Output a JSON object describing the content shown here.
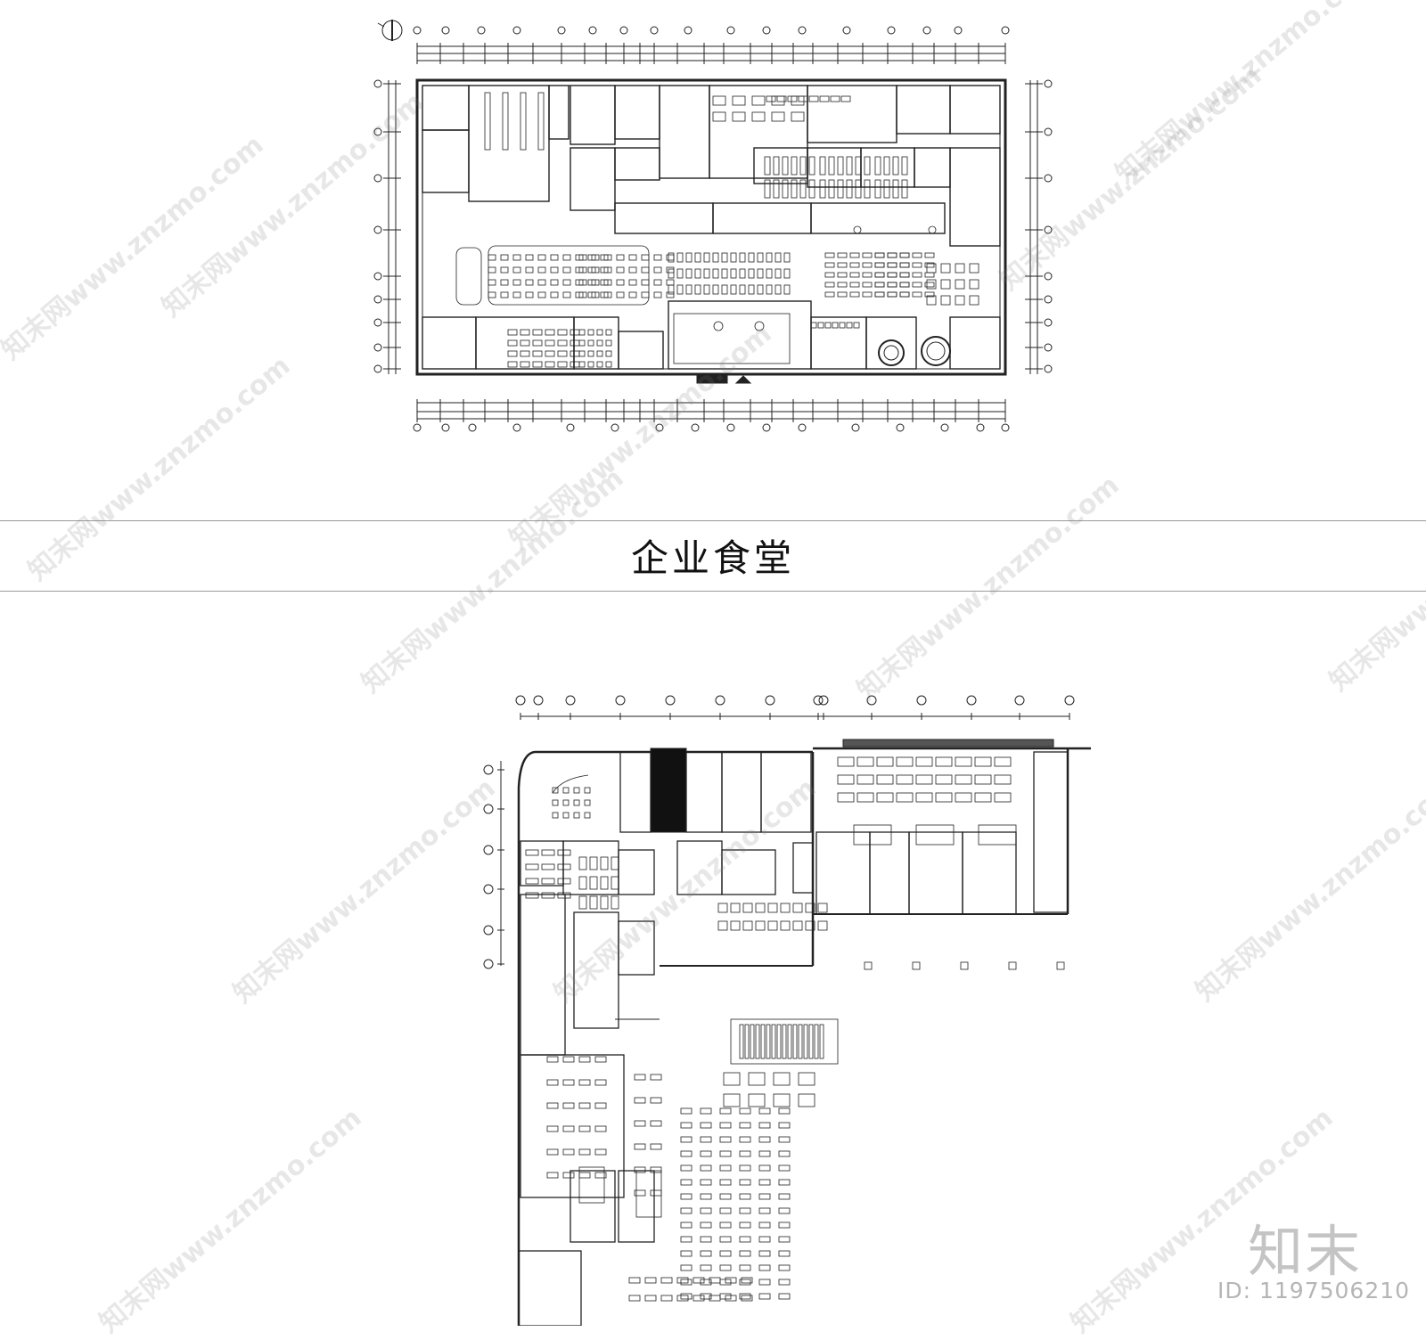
{
  "title": "企业食堂",
  "watermark": {
    "text": "知末网www.znzmo.com"
  },
  "brand": {
    "logo_text": "知末",
    "id_label": "ID: 1197506210"
  },
  "colors": {
    "line": "#222222",
    "background": "#ffffff",
    "watermark": "#b8b8b8",
    "divider": "#9a9a9a"
  }
}
